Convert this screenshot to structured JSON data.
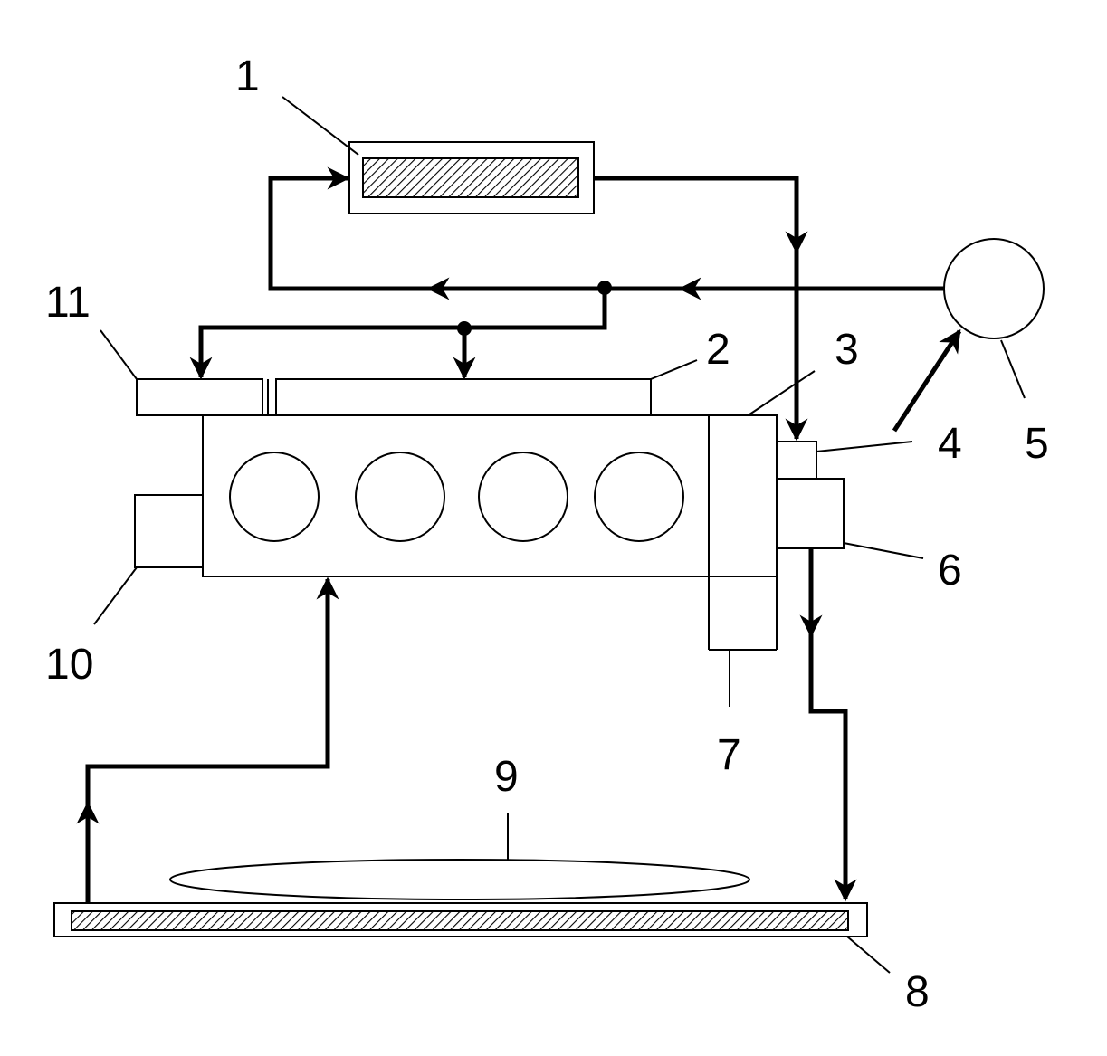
{
  "callouts": [
    "1",
    "2",
    "3",
    "4",
    "5",
    "6",
    "7",
    "8",
    "9",
    "10",
    "11"
  ],
  "colors": {
    "stroke": "#000000",
    "background": "#ffffff"
  }
}
